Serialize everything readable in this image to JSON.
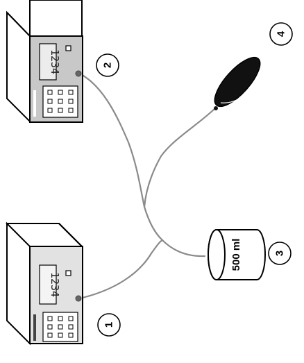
{
  "devices": [
    {
      "display": "1234",
      "label": "1"
    },
    {
      "display": "1234",
      "label": "2"
    }
  ],
  "bottle": {
    "volume": "500 ml",
    "label": "3"
  },
  "bag": {
    "label": "4"
  }
}
